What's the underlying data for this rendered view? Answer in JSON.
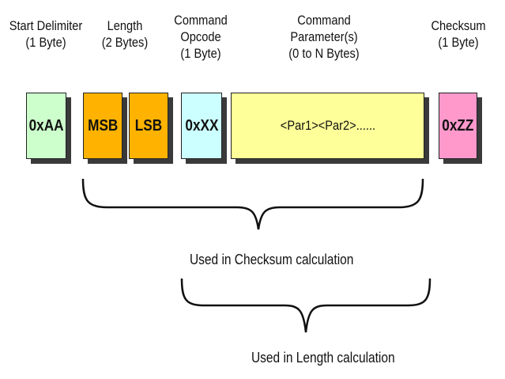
{
  "fields": {
    "start_delimiter": {
      "header": [
        "Start Delimiter",
        "(1 Byte)"
      ],
      "value": "0xAA",
      "color": "#ccffcc"
    },
    "length": {
      "header": [
        "Length",
        "(2 Bytes)"
      ],
      "msb": "MSB",
      "lsb": "LSB",
      "color": "#ffb300"
    },
    "command_opcode": {
      "header": [
        "Command",
        "Opcode",
        "(1 Byte)"
      ],
      "value": "0xXX",
      "color": "#ccffff"
    },
    "command_parameters": {
      "header": [
        "Command",
        "Parameter(s)",
        "(0 to N Bytes)"
      ],
      "value": "<Par1><Par2>......",
      "color": "#ffff99"
    },
    "checksum": {
      "header": [
        "Checksum",
        "(1 Byte)"
      ],
      "value": "0xZZ",
      "color": "#ff99cc"
    }
  },
  "annotations": {
    "checksum_span": "Used in Checksum calculation",
    "length_span": "Used in Length calculation"
  }
}
